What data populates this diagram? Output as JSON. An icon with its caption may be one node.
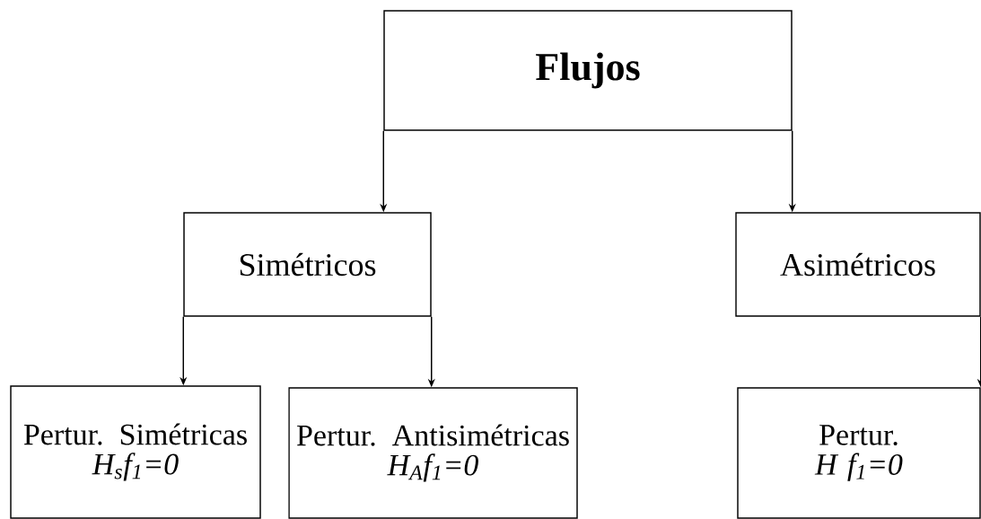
{
  "diagram": {
    "nodes": [
      {
        "text": [
          "Flujos"
        ]
      },
      {
        "text": [
          "Simétricos"
        ]
      },
      {
        "text": [
          "Asimétricos"
        ]
      },
      {
        "text": [
          "Pertur. Simétricas",
          "H$_{s}$f$_{1}$=0"
        ]
      },
      {
        "text": [
          "Pertur. Antisimétricas",
          "H$_{A}$f$_{1}$=0"
        ]
      },
      {
        "text": [
          "Pertur.",
          "H f$_{1}$=0"
        ]
      }
    ],
    "edges": [
      {
        "from": 0,
        "to": 1,
        "arrow": "to"
      },
      {
        "from": 0,
        "to": 2,
        "arrow": "to"
      },
      {
        "from": 1,
        "to": 3,
        "arrow": "to"
      },
      {
        "from": 1,
        "to": 4,
        "arrow": "to"
      },
      {
        "from": 2,
        "to": 5,
        "arrow": "to"
      }
    ]
  }
}
